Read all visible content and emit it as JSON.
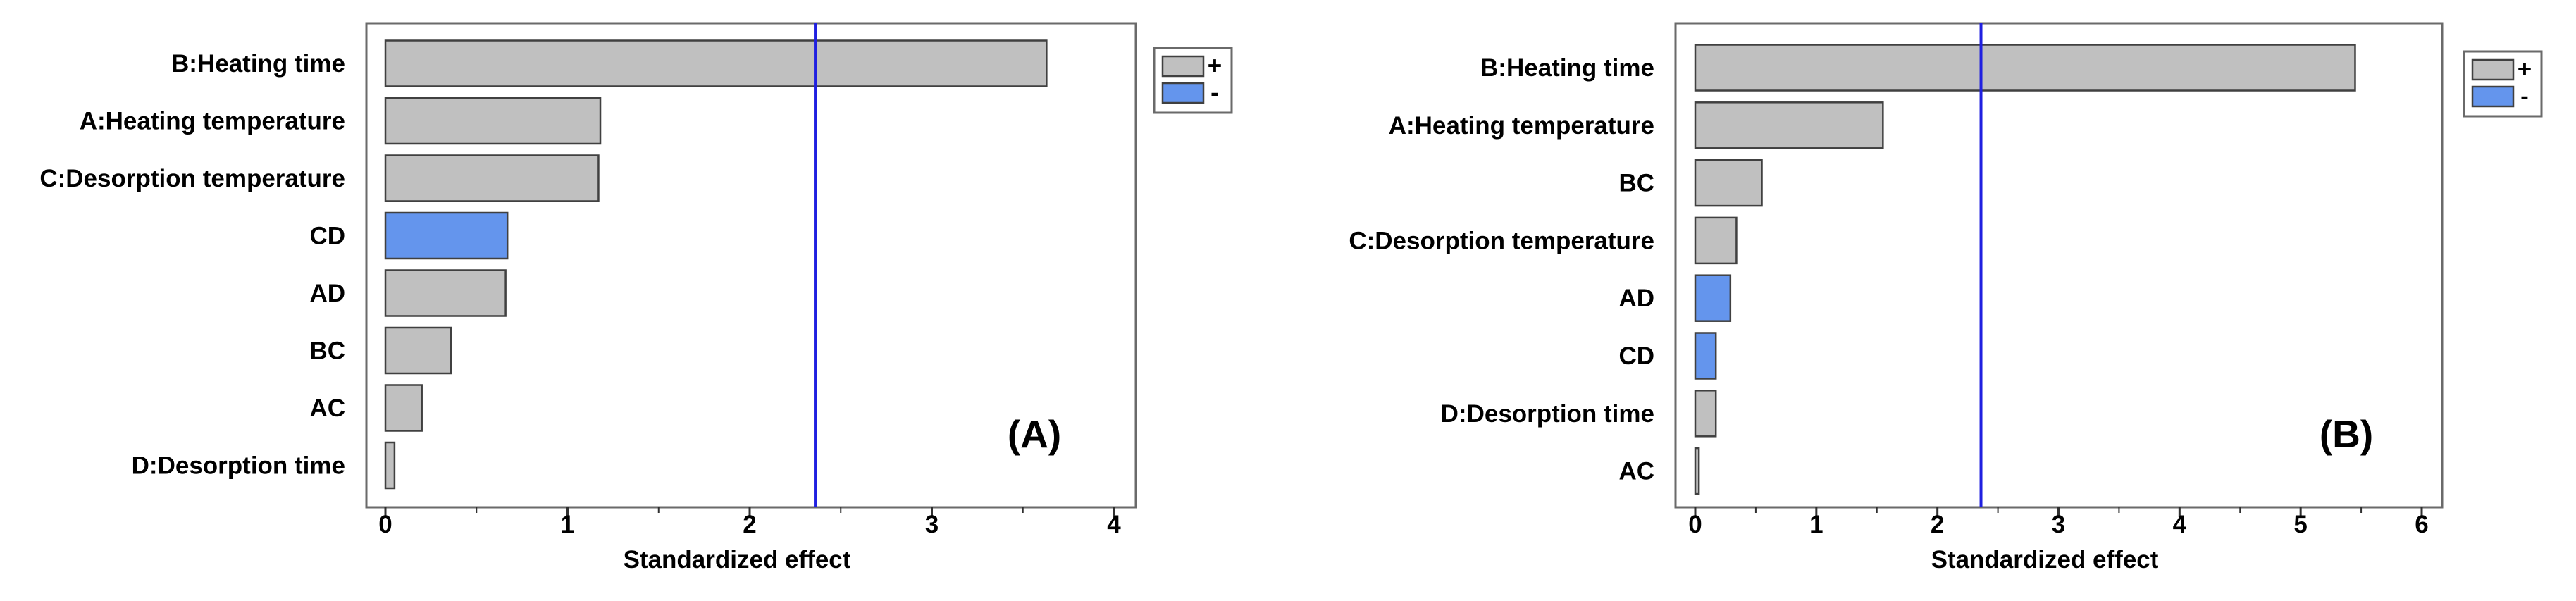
{
  "chart_data": [
    {
      "type": "bar",
      "orientation": "horizontal",
      "title": "",
      "panel_label": "(A)",
      "xlabel": "Standardized effect",
      "ylabel": "",
      "xlim": [
        0,
        4
      ],
      "x_ticks": [
        "0",
        "1",
        "2",
        "3",
        "4"
      ],
      "reference_line": 2.36,
      "reference_line_color": "#2020e0",
      "grid": false,
      "legend_position": "right",
      "categories": [
        "B:Heating time",
        "A:Heating temperature",
        "C:Desorption temperature",
        "CD",
        "AD",
        "BC",
        "AC",
        "D:Desorption time"
      ],
      "values": [
        3.63,
        1.18,
        1.17,
        0.67,
        0.66,
        0.36,
        0.2,
        0.05
      ],
      "signs": [
        "+",
        "+",
        "+",
        "-",
        "+",
        "+",
        "+",
        "+"
      ]
    },
    {
      "type": "bar",
      "orientation": "horizontal",
      "title": "",
      "panel_label": "(B)",
      "xlabel": "Standardized effect",
      "ylabel": "",
      "xlim": [
        0,
        6
      ],
      "x_ticks": [
        "0",
        "1",
        "2",
        "3",
        "4",
        "5",
        "6"
      ],
      "reference_line": 2.36,
      "reference_line_color": "#2020e0",
      "grid": false,
      "legend_position": "right",
      "categories": [
        "B:Heating time",
        "A:Heating temperature",
        "BC",
        "C:Desorption temperature",
        "AD",
        "CD",
        "D:Desorption time",
        "AC"
      ],
      "values": [
        5.45,
        1.55,
        0.55,
        0.34,
        0.29,
        0.17,
        0.17,
        0.03
      ],
      "signs": [
        "+",
        "+",
        "+",
        "+",
        "-",
        "-",
        "+",
        "+"
      ]
    }
  ],
  "legend": [
    {
      "sign": "+",
      "label": "+",
      "color": "#c0c0c0"
    },
    {
      "sign": "-",
      "label": "-",
      "color": "#6495ed"
    }
  ],
  "colors": {
    "positive": "#c0c0c0",
    "negative": "#6495ed",
    "bar_border": "#404040",
    "frame": "#6a6a6a"
  }
}
